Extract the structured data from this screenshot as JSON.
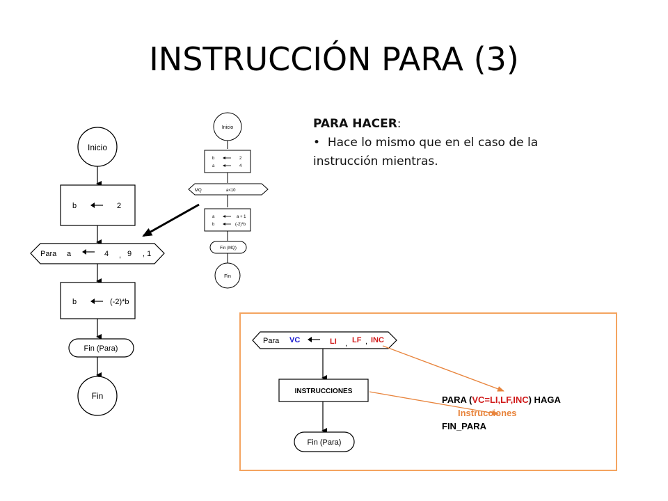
{
  "title": "INSTRUCCIÓN PARA (3)",
  "text": {
    "heading": "PARA HACER",
    "heading_suffix": ":",
    "bullet": "Hace lo mismo que en el caso de la instrucción mientras."
  },
  "left_flow": {
    "start": "Inicio",
    "assign1_var": "b",
    "assign1_val": "2",
    "para_label": "Para",
    "para_var": "a",
    "para_li": "4",
    "para_sep1": ",",
    "para_lf": "9",
    "para_inc": ", 1",
    "assign2_var": "b",
    "assign2_val": "(-2)*b",
    "end_para": "Fin (Para)",
    "end": "Fin"
  },
  "small_flow": {
    "start": "Inicio",
    "b_var": "b",
    "b_val": "2",
    "a_var": "a",
    "a_val": "4",
    "mq_label": "MQ",
    "mq_cond": "a<10",
    "loop_a_var": "a",
    "loop_a_val": "a + 1",
    "loop_b_var": "b",
    "loop_b_val": "(-2)*b",
    "end_mq": "Fin (MQ)",
    "end": "Fin"
  },
  "general_box": {
    "border_color": "#f4a460",
    "para_label": "Para",
    "vc": "VC",
    "li": "LI",
    "comma1": ",",
    "lf": "LF",
    "comma2": ",",
    "inc": "INC",
    "instrucciones": "INSTRUCCIONES",
    "end_para": "Fin (Para)",
    "code_line1_a": "PARA (",
    "code_line1_b": "VC=LI,LF,INC",
    "code_line1_c": ") HAGA",
    "code_line2": "Instrucciones",
    "code_line3": "FIN_PARA"
  }
}
